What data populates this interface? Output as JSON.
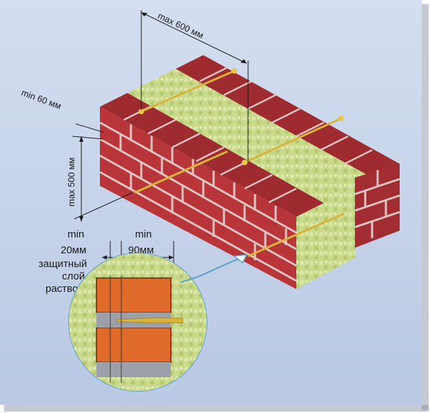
{
  "labels": {
    "max_spacing_horizontal": "max 600 мм",
    "min_edge_offset": "min 60 мм",
    "max_spacing_vertical": "max 500 мм",
    "min_cover_word": "min",
    "min_cover_value": "20мм",
    "min_embed_word": "min",
    "min_embed_value": "90мм",
    "cover_caption_line1": "защитный",
    "cover_caption_line2": "слой",
    "cover_caption_line3": "раствора"
  },
  "colors": {
    "background_panel": "#c6d3ea",
    "brick_front": "#b8353a",
    "brick_top": "#9e2b30",
    "brick_side": "#a22d33",
    "mortar": "#e2c4c4",
    "insulation": "#c9d98a",
    "tie": "#d8b53a",
    "detail_brick": "#e06a2a",
    "callout_circle": "#5aa0c8"
  },
  "icons": [
    "callout-arrow",
    "tie-anchor"
  ]
}
